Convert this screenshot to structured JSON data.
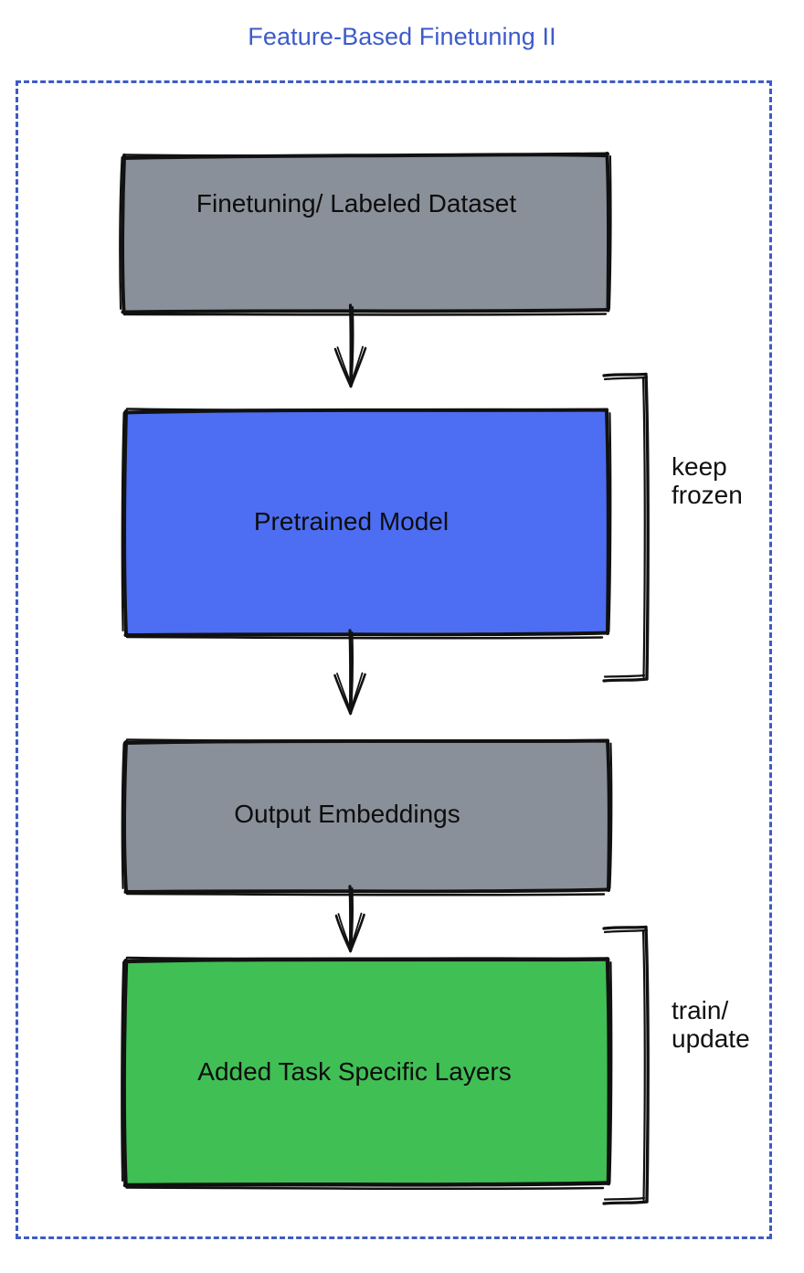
{
  "title": "Feature-Based Finetuning II",
  "theme": {
    "title_color": "#3d5bc9",
    "frame_border_color": "#3e5bc4",
    "gray_fill": "#8a9099",
    "blue_fill": "#4d6ef2",
    "green_fill": "#40bf55",
    "stroke_color": "#111111",
    "text_color": "#0d0d0d",
    "background": "#ffffff"
  },
  "diagram": {
    "type": "flowchart",
    "orientation": "top-to-bottom",
    "nodes": [
      {
        "id": "dataset",
        "label": "Finetuning/ Labeled Dataset",
        "fill": "#8a9099",
        "shape": "rectangle"
      },
      {
        "id": "pretrained",
        "label": "Pretrained Model",
        "fill": "#4d6ef2",
        "shape": "rectangle"
      },
      {
        "id": "embeddings",
        "label": "Output Embeddings",
        "fill": "#8a9099",
        "shape": "rectangle"
      },
      {
        "id": "tasklayers",
        "label": "Added Task Specific Layers",
        "fill": "#40bf55",
        "shape": "rectangle"
      }
    ],
    "edges": [
      {
        "id": "edge-1",
        "from": "dataset",
        "to": "pretrained",
        "style": "solid-arrow"
      },
      {
        "id": "edge-2",
        "from": "pretrained",
        "to": "embeddings",
        "style": "solid-arrow"
      },
      {
        "id": "edge-3",
        "from": "embeddings",
        "to": "tasklayers",
        "style": "solid-arrow"
      }
    ],
    "annotations": [
      {
        "id": "keep-frozen",
        "text": "keep\nfrozen",
        "targets": [
          "pretrained"
        ],
        "marker": "bracket"
      },
      {
        "id": "train-update",
        "text": "train/\nupdate",
        "targets": [
          "tasklayers"
        ],
        "marker": "bracket"
      }
    ]
  }
}
